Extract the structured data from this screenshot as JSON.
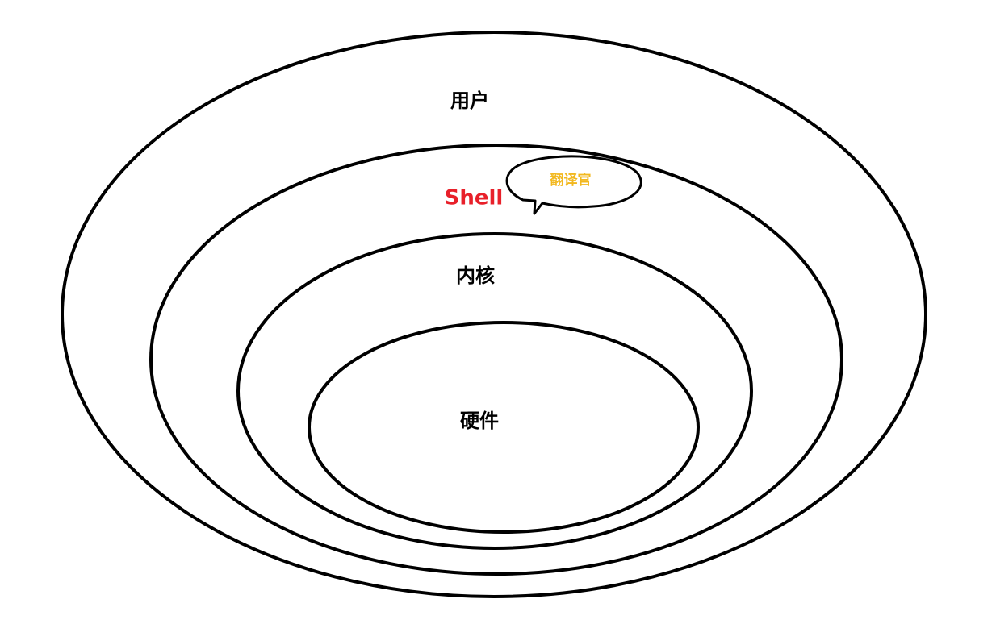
{
  "layers": {
    "user": "用户",
    "shell": "Shell",
    "kernel": "内核",
    "hardware": "硬件"
  },
  "callout": {
    "text": "翻译官"
  },
  "colors": {
    "outline": "#000000",
    "label": "#000000",
    "shell": "#e8202a",
    "callout_text": "#f2b81f",
    "background": "#ffffff"
  }
}
